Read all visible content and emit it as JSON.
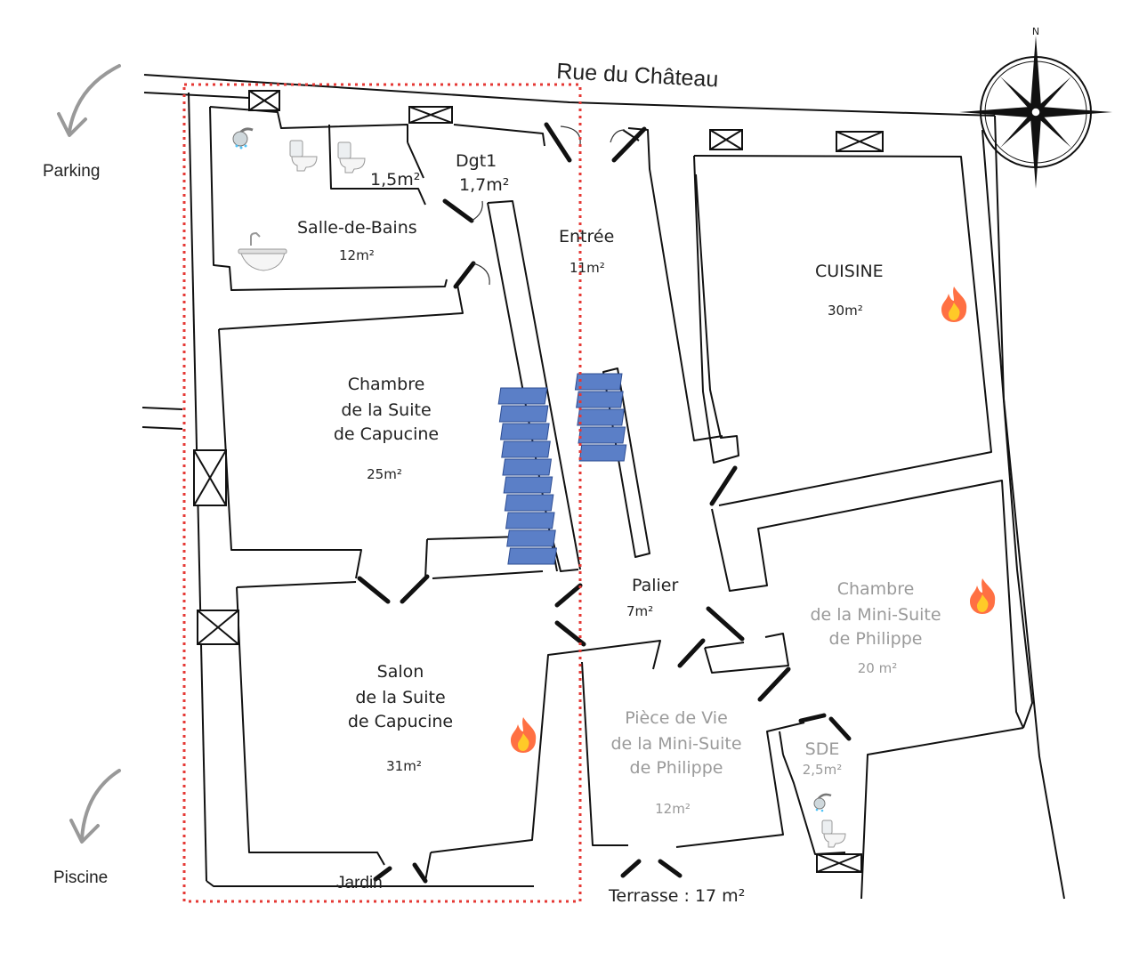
{
  "street": {
    "label": "Rue du Château"
  },
  "compass": {
    "north_label": "N"
  },
  "exterior": {
    "parking": "Parking",
    "piscine": "Piscine",
    "jardin": "Jardin",
    "terrasse": "Terrasse : 17 m²"
  },
  "rooms": {
    "wc": {
      "area": "1,5m²"
    },
    "dgt1": {
      "name": "Dgt1",
      "area": "1,7m²"
    },
    "salle_de_bains": {
      "name": "Salle-de-Bains",
      "area": "12m²"
    },
    "entree": {
      "name": "Entrée",
      "area": "11m²"
    },
    "cuisine": {
      "name": "CUISINE",
      "area": "30m²"
    },
    "chambre_capucine": {
      "line1": "Chambre",
      "line2": "de la Suite",
      "line3": "de Capucine",
      "area": "25m²"
    },
    "palier": {
      "name": "Palier",
      "area": "7m²"
    },
    "chambre_philippe": {
      "line1": "Chambre",
      "line2": "de la Mini-Suite",
      "line3": "de Philippe",
      "area": "20 m²"
    },
    "salon_capucine": {
      "line1": "Salon",
      "line2": "de la Suite",
      "line3": "de Capucine",
      "area": "31m²"
    },
    "piece_vie_philippe": {
      "line1": "Pièce de Vie",
      "line2": "de la Mini-Suite",
      "line3": "de Philippe",
      "area": "12m²"
    },
    "sde": {
      "name": "SDE",
      "area": "2,5m²"
    }
  },
  "icons": [
    "shower-icon",
    "toilet-icon",
    "bathtub-icon",
    "fireplace-icon",
    "arrow-curved-icon",
    "compass-rose-icon"
  ],
  "colors": {
    "highlight": "#e53935",
    "stairs": "#5b7fc7",
    "fire": "#f57c00",
    "muted_text": "#9a9a9a"
  }
}
